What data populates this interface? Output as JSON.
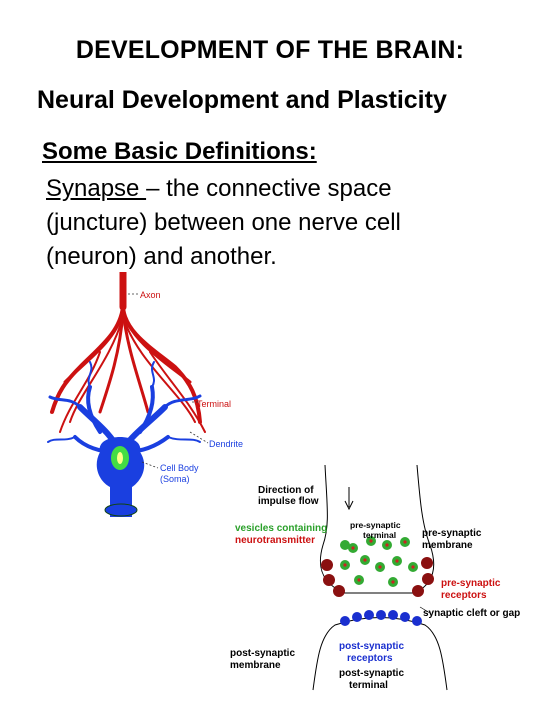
{
  "title": "DEVELOPMENT OF THE BRAIN:",
  "subtitle": "Neural Development and Plasticity",
  "section_heading": "Some Basic Definitions:",
  "definition": {
    "term": "Synapse ",
    "line1_rest": "– the connective space",
    "line2": "(juncture) between one nerve cell",
    "line3": "(neuron) and another."
  },
  "neuron_diagram": {
    "labels": {
      "axon": "Axon",
      "terminal": "Terminal",
      "dendrite": "Dendrite",
      "cell_body_1": "Cell Body",
      "cell_body_2": "(Soma)"
    },
    "colors": {
      "axon": "#cc1111",
      "dendrite": "#1a3fe0",
      "nucleus": "#33cc33"
    }
  },
  "synapse_diagram": {
    "labels": {
      "direction_1": "Direction of",
      "direction_2": "impulse flow",
      "vesicles_1": "vesicles containing",
      "vesicles_2": "neurotransmitter",
      "pre_terminal_1": "pre-synaptic",
      "pre_terminal_2": "terminal",
      "pre_membrane_1": "pre-synaptic",
      "pre_membrane_2": "membrane",
      "pre_receptors_1": "pre-synaptic",
      "pre_receptors_2": "receptors",
      "cleft": "synaptic cleft or gap",
      "post_membrane_1": "post-synaptic",
      "post_membrane_2": "membrane",
      "post_receptors_1": "post-synaptic",
      "post_receptors_2": "receptors",
      "post_terminal_1": "post-synaptic",
      "post_terminal_2": "terminal"
    },
    "colors": {
      "vesicle_text": "#2aa02a",
      "neurotransmitter_text": "#cc1111",
      "receptor_text": "#cc1111",
      "post_receptor_text": "#1a2fcf",
      "vesicle": "#33aa33",
      "vesicle_dot": "#cc2222",
      "pre_receptor": "#8a1010",
      "post_receptor": "#1a2fcf"
    }
  }
}
